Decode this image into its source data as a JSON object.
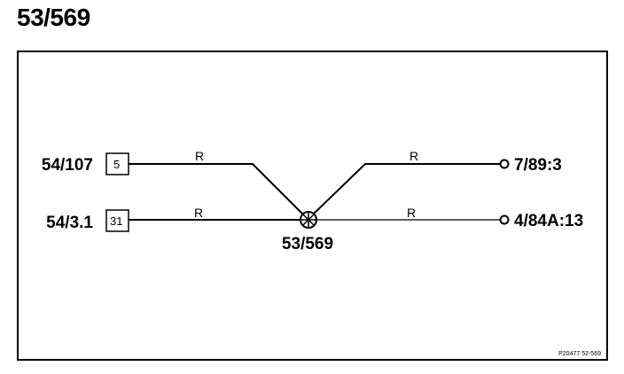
{
  "title": "53/569",
  "inputs": [
    {
      "label": "54/107",
      "box": "5",
      "wire": "R"
    },
    {
      "label": "54/3.1",
      "box": "31",
      "wire": "R"
    }
  ],
  "outputs": [
    {
      "label": "7/89:3",
      "wire": "R"
    },
    {
      "label": "4/84A:13",
      "wire": "R"
    }
  ],
  "junction": {
    "label": "53/569",
    "icon": "splice-junction-icon"
  },
  "reference": "P20477  52-569"
}
